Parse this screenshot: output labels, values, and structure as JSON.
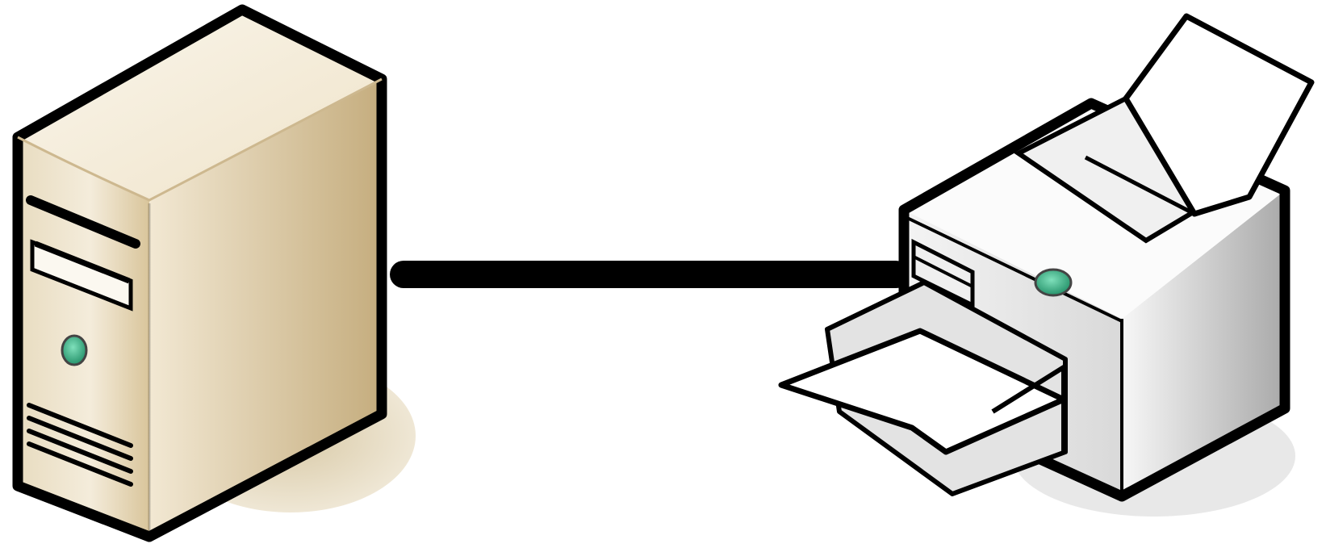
{
  "diagram": {
    "nodes": [
      {
        "id": "computer",
        "icon": "desktop-tower-icon"
      },
      {
        "id": "printer",
        "icon": "printer-icon"
      }
    ],
    "edges": [
      {
        "from": "computer",
        "to": "printer",
        "style": "solid"
      }
    ]
  },
  "colors": {
    "tower_body": "#e6d4b0",
    "tower_shade": "#c6ae80",
    "printer_body": "#eeeeee",
    "printer_shade": "#b8b8b8",
    "indicator_led": "#3bbf8f",
    "outline": "#000000",
    "connection": "#000000",
    "background": "#ffffff"
  }
}
